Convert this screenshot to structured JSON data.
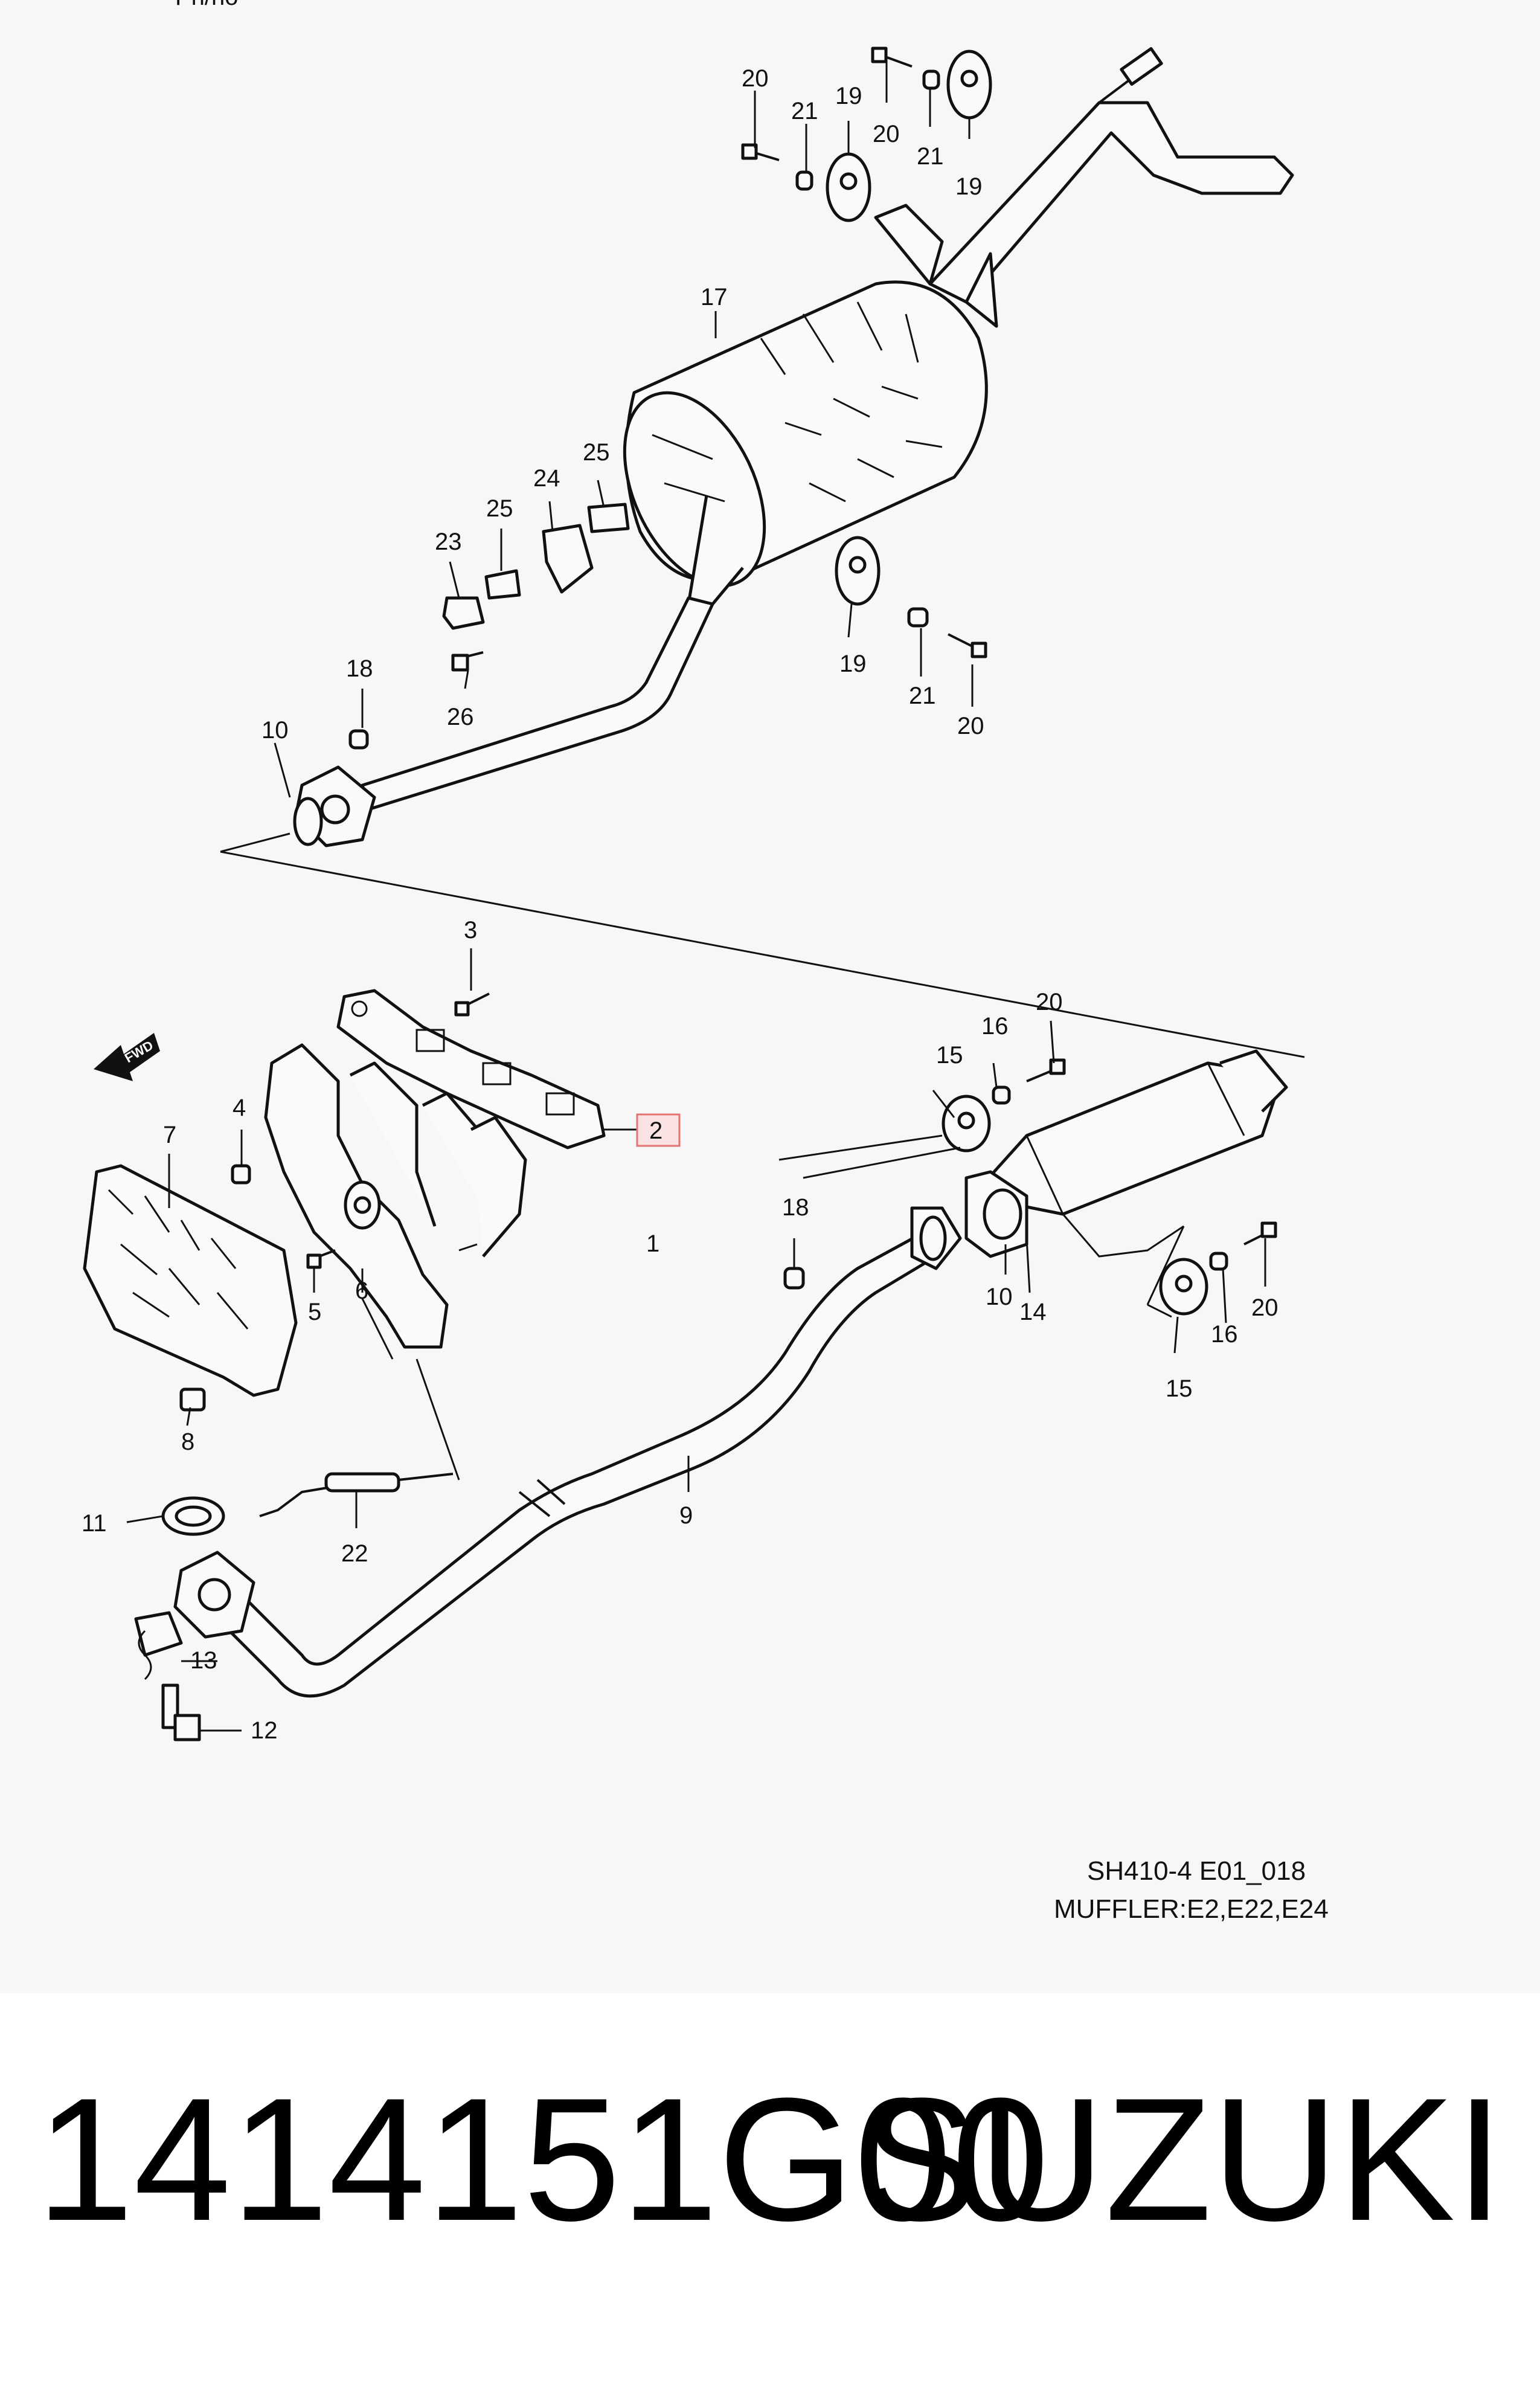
{
  "diagram": {
    "top_fragment": "Pn/no",
    "reference_code": "SH410-4 E01_018",
    "reference_title": "MUFFLER:E2,E22,E24",
    "fwd_label": "FWD",
    "highlighted_part": "2",
    "callouts": {
      "c1": "1",
      "c2": "2",
      "c3": "3",
      "c4": "4",
      "c5": "5",
      "c6": "6",
      "c7": "7",
      "c8": "8",
      "c9": "9",
      "c10a": "10",
      "c10b": "10",
      "c11": "11",
      "c12": "12",
      "c13": "13",
      "c14": "14",
      "c15a": "15",
      "c15b": "15",
      "c16a": "16",
      "c16b": "16",
      "c17": "17",
      "c18a": "18",
      "c18b": "18",
      "c19a": "19",
      "c19b": "19",
      "c19c": "19",
      "c20a": "20",
      "c20b": "20",
      "c20c": "20",
      "c20d": "20",
      "c20e": "20",
      "c21a": "21",
      "c21b": "21",
      "c21c": "21",
      "c22": "22",
      "c23": "23",
      "c24": "24",
      "c25a": "25",
      "c25b": "25",
      "c26": "26"
    },
    "highlight_color": "#e57373"
  },
  "caption": {
    "part_number": "1414151G00",
    "brand": "SUZUKI"
  }
}
